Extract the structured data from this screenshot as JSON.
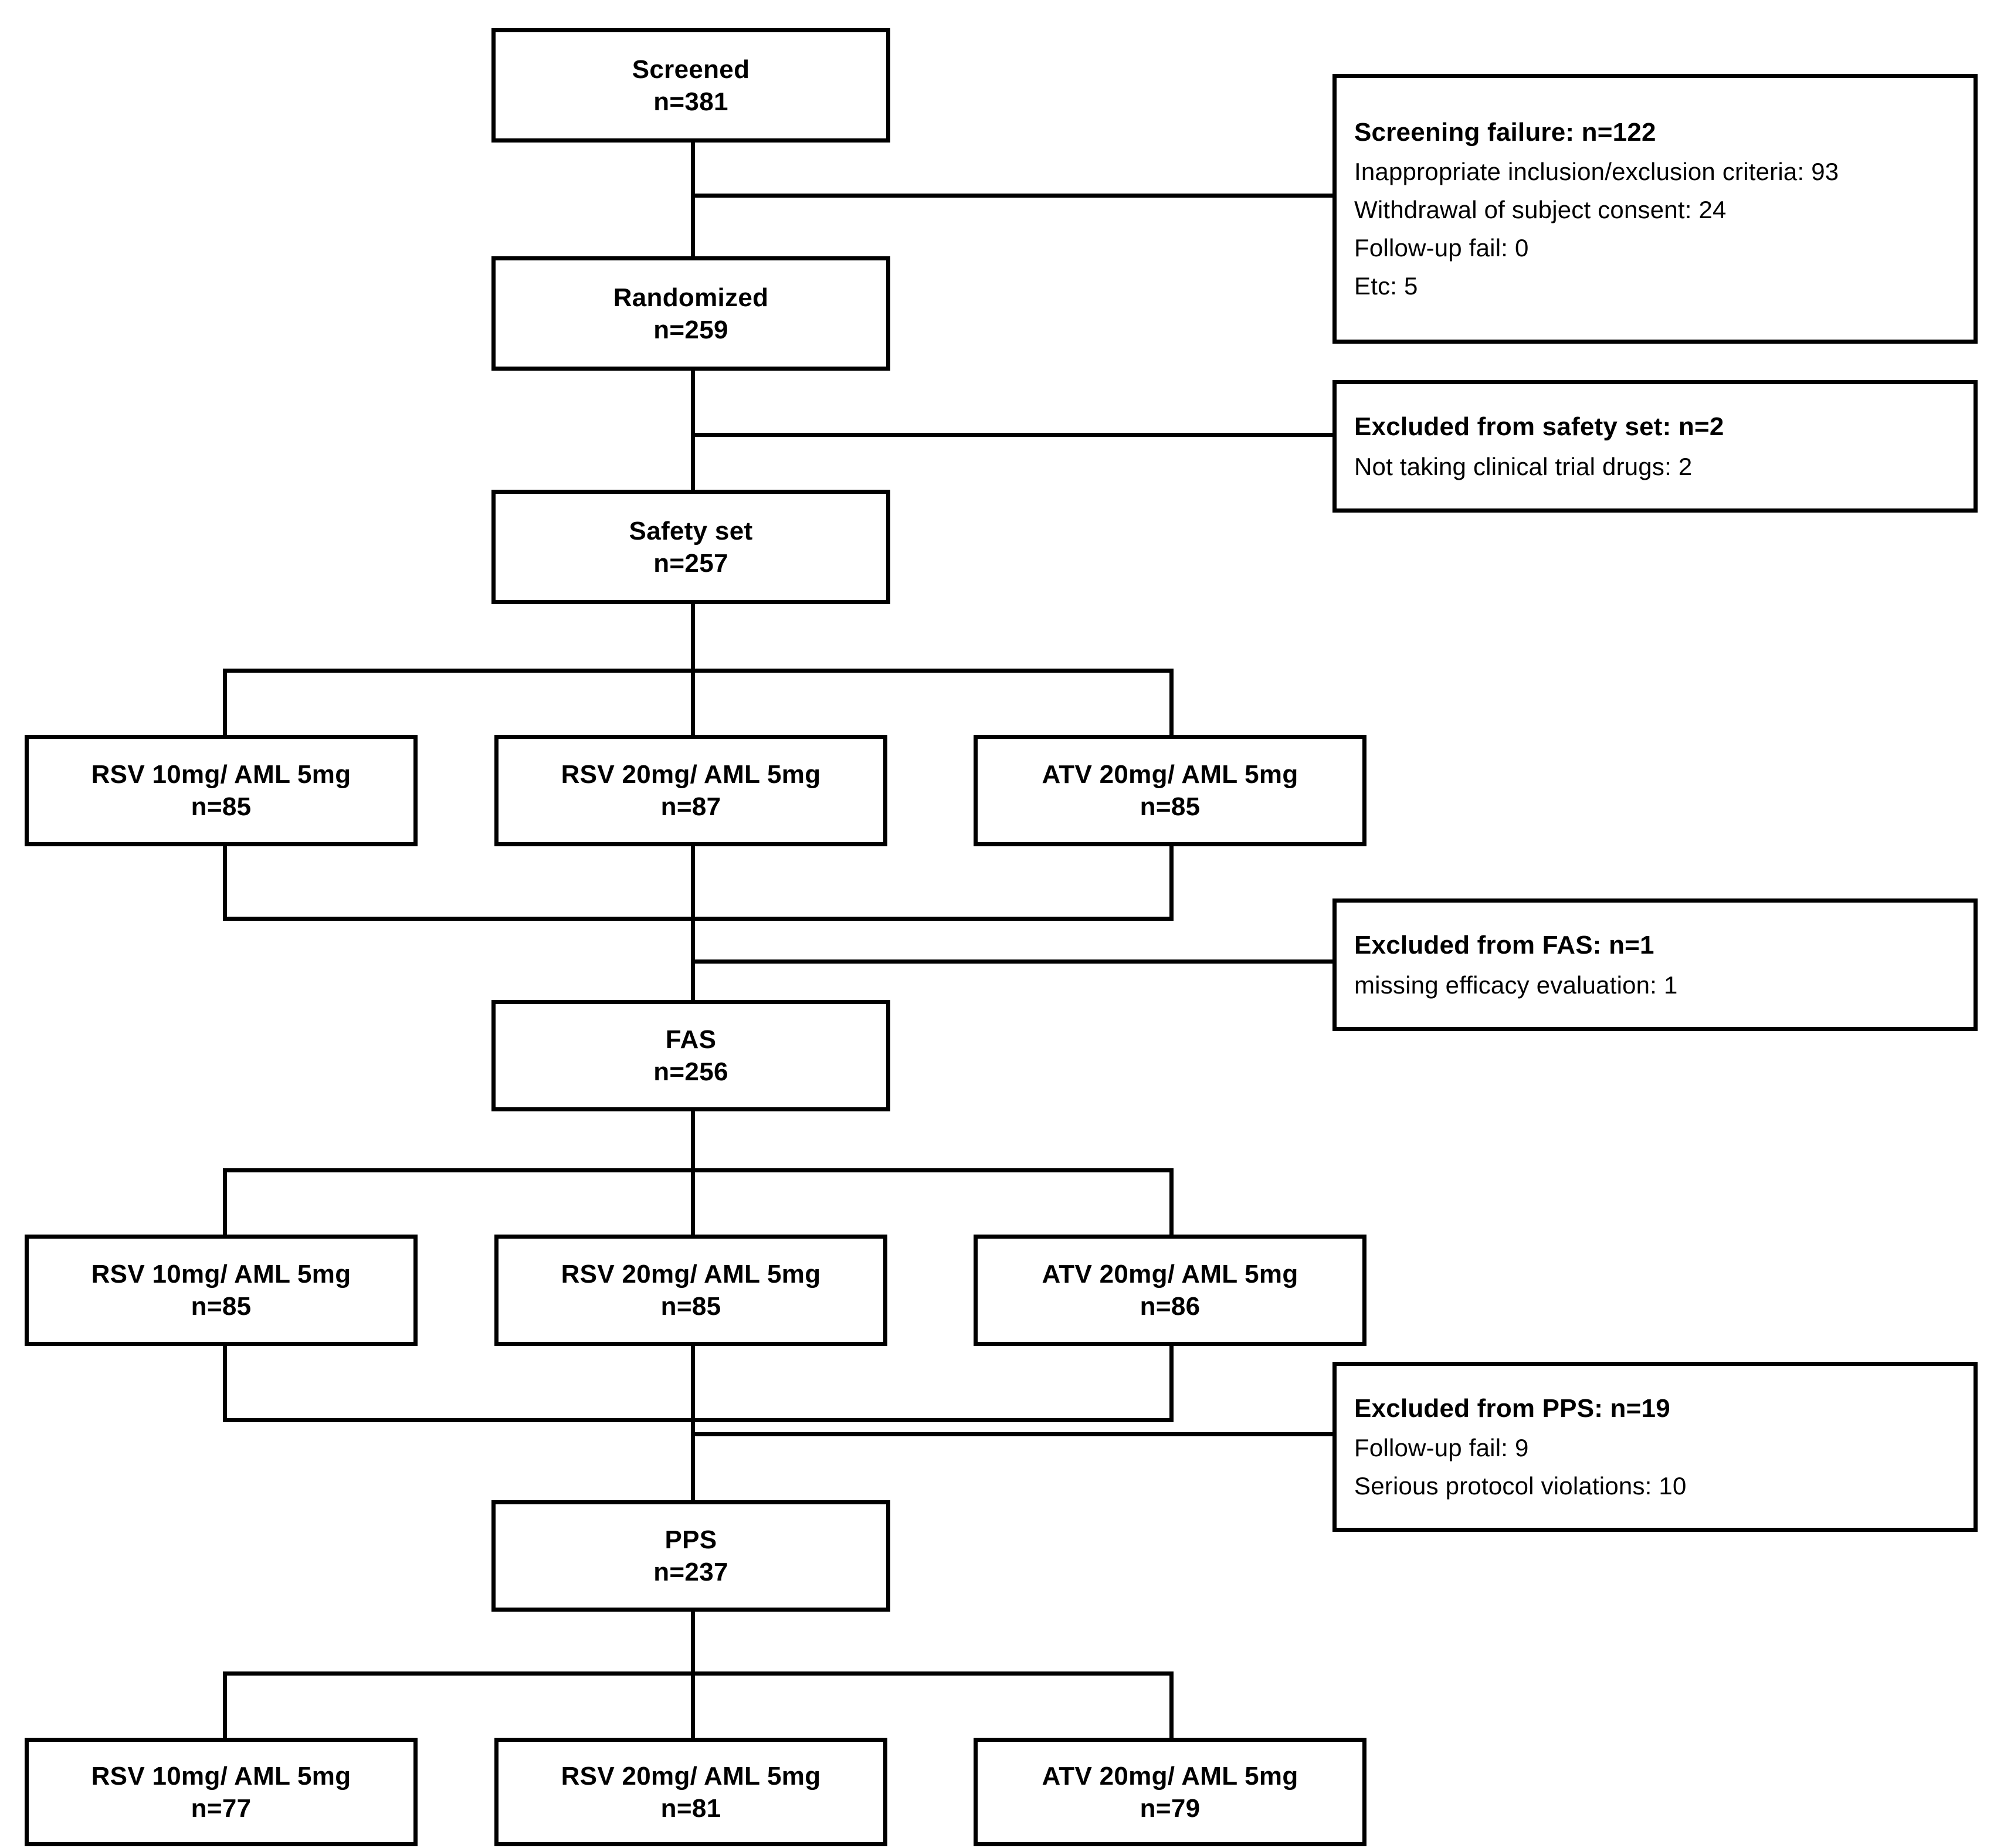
{
  "diagram": {
    "type": "clinical-trial-consort-flowchart",
    "nodes": {
      "screened": {
        "label": "Screened",
        "n": "n=381"
      },
      "randomized": {
        "label": "Randomized",
        "n": "n=259"
      },
      "safety_set": {
        "label": "Safety set",
        "n": "n=257"
      },
      "fas": {
        "label": "FAS",
        "n": "n=256"
      },
      "pps": {
        "label": "PPS",
        "n": "n=237"
      }
    },
    "exclusions": {
      "screening_failure": {
        "header": "Screening failure: n=122",
        "reasons": [
          "Inappropriate inclusion/exclusion criteria: 93",
          "Withdrawal of subject consent: 24",
          "Follow-up fail: 0",
          "Etc: 5"
        ]
      },
      "safety_excluded": {
        "header": "Excluded from safety set: n=2",
        "reasons": [
          "Not taking clinical trial drugs: 2"
        ]
      },
      "fas_excluded": {
        "header": "Excluded from FAS: n=1",
        "reasons": [
          "missing efficacy evaluation: 1"
        ]
      },
      "pps_excluded": {
        "header": "Excluded from PPS: n=19",
        "reasons": [
          "Follow-up fail: 9",
          "Serious protocol violations: 10"
        ]
      }
    },
    "arms": {
      "safety": [
        {
          "label": "RSV 10mg/ AML 5mg",
          "n": "n=85"
        },
        {
          "label": "RSV 20mg/ AML 5mg",
          "n": "n=87"
        },
        {
          "label": "ATV 20mg/ AML 5mg",
          "n": "n=85"
        }
      ],
      "fas": [
        {
          "label": "RSV 10mg/ AML 5mg",
          "n": "n=85"
        },
        {
          "label": "RSV 20mg/ AML 5mg",
          "n": "n=85"
        },
        {
          "label": "ATV 20mg/ AML 5mg",
          "n": "n=86"
        }
      ],
      "pps": [
        {
          "label": "RSV 10mg/ AML 5mg",
          "n": "n=77"
        },
        {
          "label": "RSV 20mg/ AML 5mg",
          "n": "n=81"
        },
        {
          "label": "ATV 20mg/ AML 5mg",
          "n": "n=79"
        }
      ]
    }
  }
}
